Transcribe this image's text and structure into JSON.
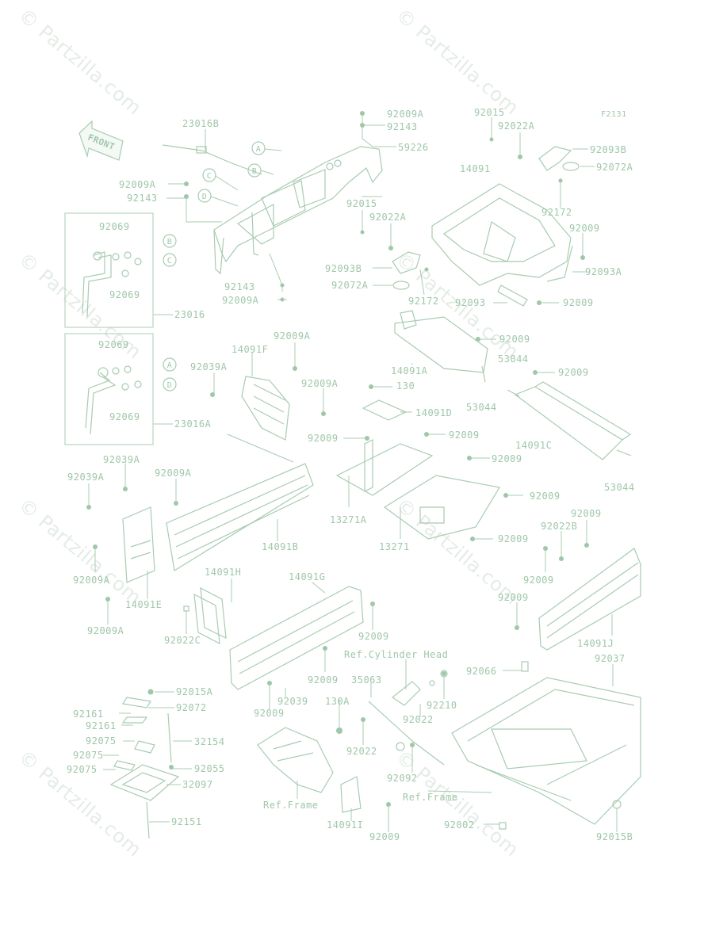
{
  "figure_code": "F2131",
  "watermark": "© Partzilla.com",
  "front_label": "FRONT",
  "callouts": [
    "A",
    "B",
    "C",
    "D"
  ],
  "parts": [
    {
      "id": "p1",
      "label": "92009A"
    },
    {
      "id": "p2",
      "label": "92143"
    },
    {
      "id": "p3",
      "label": "59226"
    },
    {
      "id": "p4",
      "label": "23016B"
    },
    {
      "id": "p5",
      "label": "92009A"
    },
    {
      "id": "p6",
      "label": "92143"
    },
    {
      "id": "p7",
      "label": "92069"
    },
    {
      "id": "p8",
      "label": "92069"
    },
    {
      "id": "p9",
      "label": "23016"
    },
    {
      "id": "p10",
      "label": "92143"
    },
    {
      "id": "p11",
      "label": "92009A"
    },
    {
      "id": "p12",
      "label": "92015"
    },
    {
      "id": "p13",
      "label": "92022A"
    },
    {
      "id": "p14",
      "label": "92093B"
    },
    {
      "id": "p15",
      "label": "92072A"
    },
    {
      "id": "p16",
      "label": "92172"
    },
    {
      "id": "p17",
      "label": "92015"
    },
    {
      "id": "p18",
      "label": "92022A"
    },
    {
      "id": "p19",
      "label": "14091"
    },
    {
      "id": "p20",
      "label": "92172"
    },
    {
      "id": "p21",
      "label": "92009"
    },
    {
      "id": "p22",
      "label": "92093A"
    },
    {
      "id": "p23",
      "label": "92093B"
    },
    {
      "id": "p24",
      "label": "92072A"
    },
    {
      "id": "p25",
      "label": "92093"
    },
    {
      "id": "p26",
      "label": "92009"
    },
    {
      "id": "p27",
      "label": "92069"
    },
    {
      "id": "p28",
      "label": "92069"
    },
    {
      "id": "p29",
      "label": "23016A"
    },
    {
      "id": "p30",
      "label": "14091F"
    },
    {
      "id": "p31",
      "label": "92009A"
    },
    {
      "id": "p32",
      "label": "92039A"
    },
    {
      "id": "p33",
      "label": "92009A"
    },
    {
      "id": "p34",
      "label": "92009"
    },
    {
      "id": "p35",
      "label": "14091A"
    },
    {
      "id": "p36",
      "label": "53044"
    },
    {
      "id": "p37",
      "label": "92009"
    },
    {
      "id": "p38",
      "label": "53044"
    },
    {
      "id": "p39",
      "label": "130"
    },
    {
      "id": "p40",
      "label": "14091D"
    },
    {
      "id": "p41",
      "label": "92009"
    },
    {
      "id": "p42",
      "label": "92009"
    },
    {
      "id": "p43",
      "label": "14091C"
    },
    {
      "id": "p44",
      "label": "53044"
    },
    {
      "id": "p45",
      "label": "92039A"
    },
    {
      "id": "p46",
      "label": "92039A"
    },
    {
      "id": "p47",
      "label": "92009A"
    },
    {
      "id": "p48",
      "label": "92009"
    },
    {
      "id": "p49",
      "label": "92009"
    },
    {
      "id": "p50",
      "label": "13271A"
    },
    {
      "id": "p51",
      "label": "14091B"
    },
    {
      "id": "p52",
      "label": "13271"
    },
    {
      "id": "p53",
      "label": "92009"
    },
    {
      "id": "p54",
      "label": "92009"
    },
    {
      "id": "p55",
      "label": "92022B"
    },
    {
      "id": "p56",
      "label": "92009A"
    },
    {
      "id": "p57",
      "label": "14091E"
    },
    {
      "id": "p58",
      "label": "92009"
    },
    {
      "id": "p59",
      "label": "92009A"
    },
    {
      "id": "p60",
      "label": "14091H"
    },
    {
      "id": "p61",
      "label": "14091G"
    },
    {
      "id": "p62",
      "label": "92009"
    },
    {
      "id": "p63",
      "label": "14091J"
    },
    {
      "id": "p64",
      "label": "92022C"
    },
    {
      "id": "p65",
      "label": "92009"
    },
    {
      "id": "p66",
      "label": "Ref.Cylinder Head"
    },
    {
      "id": "p67",
      "label": "92037"
    },
    {
      "id": "p68",
      "label": "92066"
    },
    {
      "id": "p69",
      "label": "92009"
    },
    {
      "id": "p70",
      "label": "35063"
    },
    {
      "id": "p71",
      "label": "92210"
    },
    {
      "id": "p72",
      "label": "92015A"
    },
    {
      "id": "p73",
      "label": "92072"
    },
    {
      "id": "p74",
      "label": "92039"
    },
    {
      "id": "p75",
      "label": "92161"
    },
    {
      "id": "p76",
      "label": "92161"
    },
    {
      "id": "p77",
      "label": "92009"
    },
    {
      "id": "p78",
      "label": "130A"
    },
    {
      "id": "p79",
      "label": "92022"
    },
    {
      "id": "p80",
      "label": "92075"
    },
    {
      "id": "p81",
      "label": "32154"
    },
    {
      "id": "p82",
      "label": "92075"
    },
    {
      "id": "p83",
      "label": "92075"
    },
    {
      "id": "p84",
      "label": "92055"
    },
    {
      "id": "p85",
      "label": "92022"
    },
    {
      "id": "p86",
      "label": "32097"
    },
    {
      "id": "p87",
      "label": "92092"
    },
    {
      "id": "p88",
      "label": "Ref.Frame"
    },
    {
      "id": "p89",
      "label": "Ref.Frame"
    },
    {
      "id": "p90",
      "label": "92151"
    },
    {
      "id": "p91",
      "label": "92002"
    },
    {
      "id": "p92",
      "label": "14091I"
    },
    {
      "id": "p93",
      "label": "92009"
    },
    {
      "id": "p94",
      "label": "92015B"
    }
  ]
}
